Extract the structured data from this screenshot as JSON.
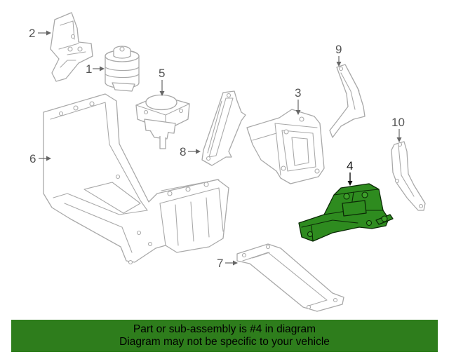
{
  "callouts": {
    "c1": "1",
    "c2": "2",
    "c3": "3",
    "c4": "4",
    "c5": "5",
    "c6": "6",
    "c7": "7",
    "c8": "8",
    "c9": "9",
    "c10": "10"
  },
  "highlight_color": "#2e8b1f",
  "footer": {
    "line1": "Part or sub-assembly is #4 in diagram",
    "line2": "Diagram may not be specific to your vehicle"
  }
}
